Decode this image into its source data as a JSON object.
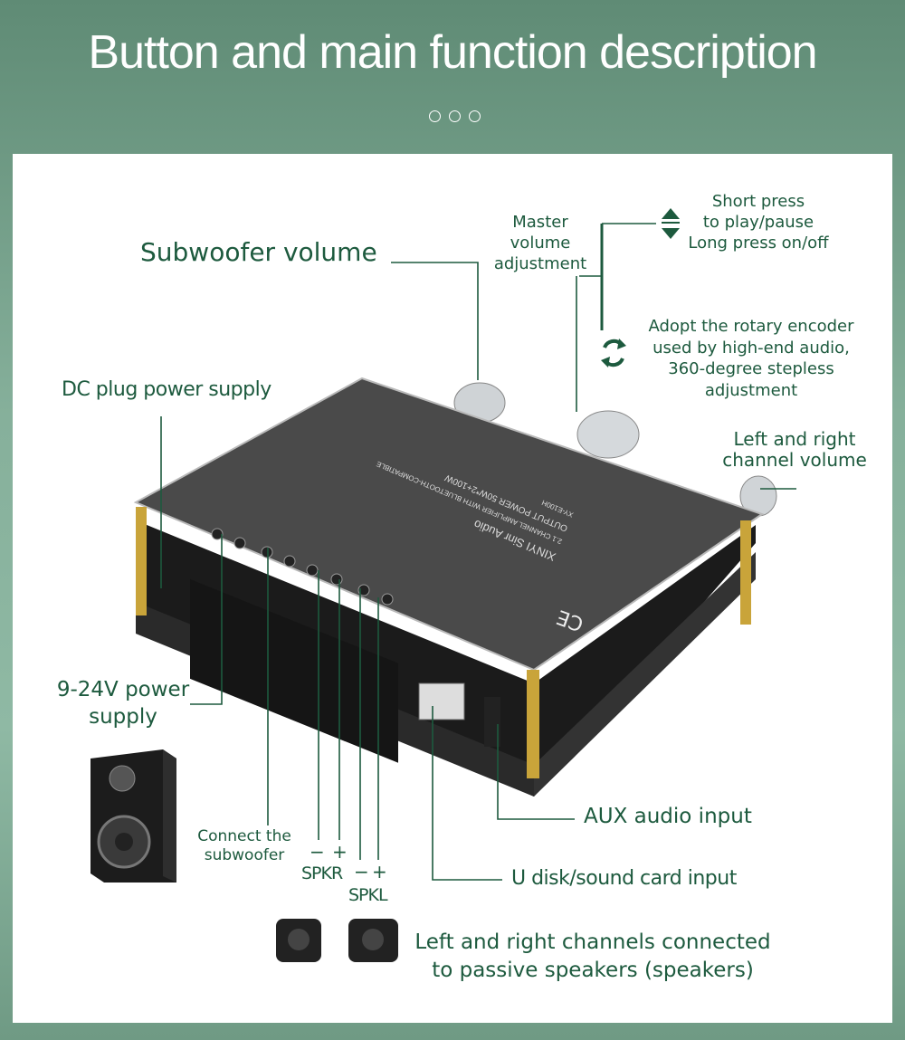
{
  "title": "Button and main function description",
  "labels": {
    "subwoofer_volume": "Subwoofer volume",
    "master_volume": [
      "Master",
      "volume",
      "adjustment"
    ],
    "short_press": [
      "Short press",
      "to play/pause",
      "Long press on/off"
    ],
    "rotary": [
      "Adopt the rotary encoder",
      "used by high-end audio,",
      "360-degree stepless",
      "adjustment"
    ],
    "dc_plug": "DC plug power supply",
    "lr_volume": [
      "Left and right",
      "channel volume"
    ],
    "power": [
      "9-24V power",
      "supply"
    ],
    "subwoofer_connect": [
      "Connect the",
      "subwoofer"
    ],
    "spkr": "SPKR",
    "spkl": "SPKL",
    "minus": "−",
    "plus": "+",
    "aux": "AUX audio input",
    "udisk": "U disk/sound card input",
    "passive": [
      "Left and right channels connected",
      "to passive speakers (speakers)"
    ]
  },
  "board": {
    "brand": "XINYI Sinr Audio",
    "desc": "2.1 CHANNEL AMPLIFIER WITH BLUETOOTH-COMPATIBLE",
    "power": "OUTPUT POWER 50W*2+100W",
    "model": "XY-E100H",
    "ce": "CE"
  },
  "colors": {
    "accent": "#1d5a3e",
    "bg": "#7fa994"
  }
}
